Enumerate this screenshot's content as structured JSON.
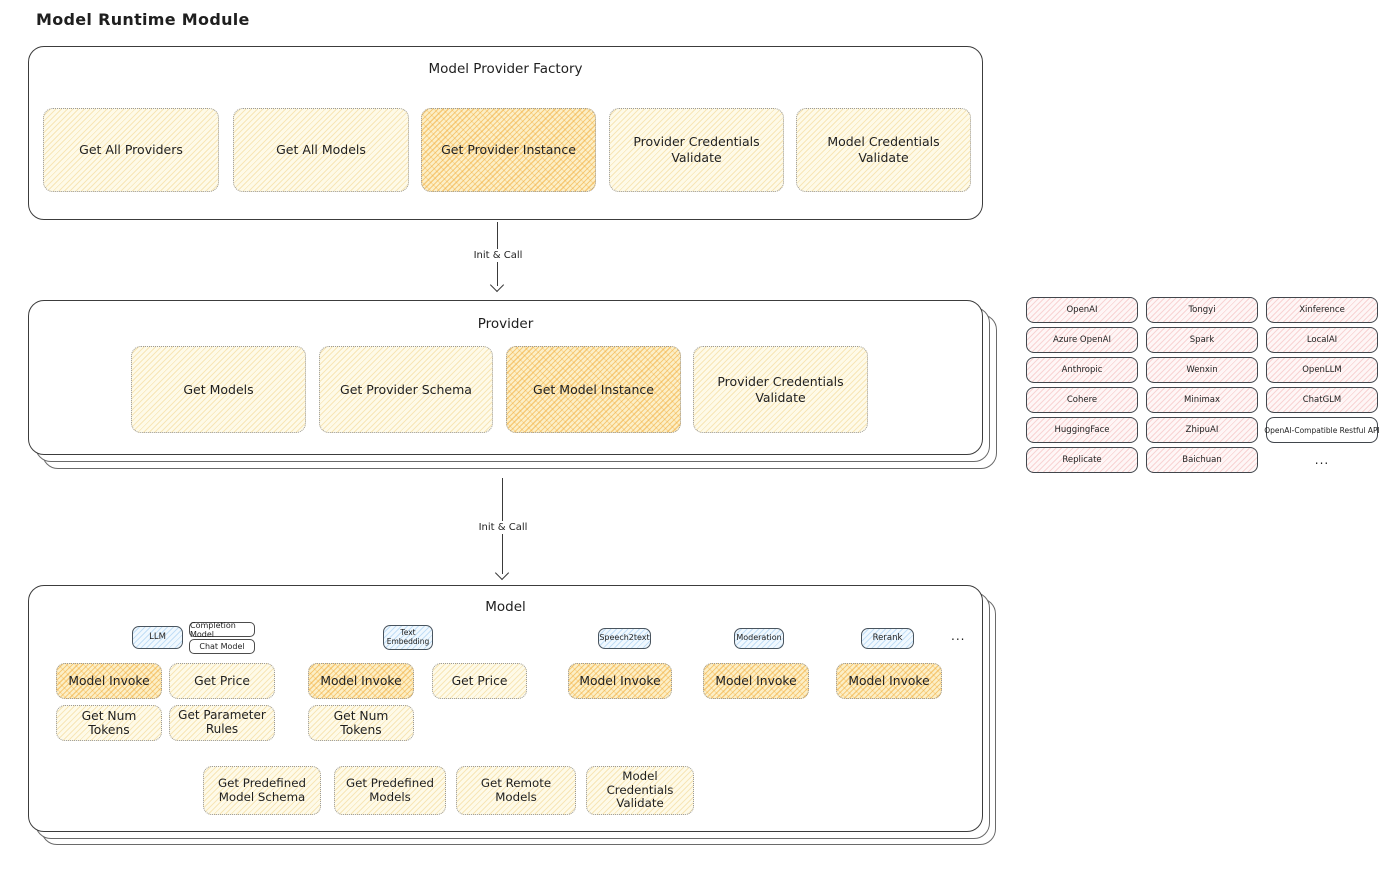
{
  "title": "Model Runtime Module",
  "colors": {
    "outline": "#3C3C3C",
    "yellow_fill": "#FEFAE8",
    "yellow_hatch": "#EEC466",
    "highlight_fill": "#FCEFC7",
    "highlight_hatch": "#F0A830",
    "pink_fill": "#FEF6F6",
    "pink_hatch": "#F1A4A4",
    "blue_fill": "#F0F8FE",
    "blue_hatch": "#92C3ED"
  },
  "factory": {
    "title": "Model Provider Factory",
    "boxes": [
      {
        "label": "Get All Providers"
      },
      {
        "label": "Get All Models"
      },
      {
        "label": "Get Provider Instance"
      },
      {
        "label": "Provider Credentials Validate"
      },
      {
        "label": "Model Credentials Validate"
      }
    ]
  },
  "arrow1": {
    "label": "Init & Call"
  },
  "arrow2": {
    "label": "Init & Call"
  },
  "provider": {
    "title": "Provider",
    "boxes": [
      {
        "label": "Get Models"
      },
      {
        "label": "Get Provider Schema"
      },
      {
        "label": "Get Model Instance"
      },
      {
        "label": "Provider Credentials Validate"
      }
    ]
  },
  "providers": {
    "items": [
      "OpenAI",
      "Tongyi",
      "Xinference",
      "Azure OpenAI",
      "Spark",
      "LocalAI",
      "Anthropic",
      "Wenxin",
      "OpenLLM",
      "Cohere",
      "Minimax",
      "ChatGLM",
      "HuggingFace",
      "ZhipuAI",
      "OpenAI-Compatible Restful API",
      "Replicate",
      "Baichuan"
    ],
    "more": "..."
  },
  "model": {
    "title": "Model",
    "tags": {
      "llm": "LLM",
      "completion_model": "Completion Model",
      "chat_model": "Chat Model",
      "text_embedding": "Text Embedding",
      "speech2text": "Speech2text",
      "moderation": "Moderation",
      "rerank": "Rerank",
      "more": "..."
    },
    "llm": {
      "invoke": "Model Invoke",
      "get_price": "Get Price",
      "get_num_tokens": "Get Num Tokens",
      "get_parameter_rules": "Get Parameter Rules"
    },
    "text_embedding": {
      "invoke": "Model Invoke",
      "get_price": "Get Price",
      "get_num_tokens": "Get Num Tokens"
    },
    "speech2text": {
      "invoke": "Model Invoke"
    },
    "moderation": {
      "invoke": "Model Invoke"
    },
    "rerank": {
      "invoke": "Model Invoke"
    },
    "common": {
      "get_predefined_model_schema": "Get Predefined Model Schema",
      "get_predefined_models": "Get Predefined Models",
      "get_remote_models": "Get Remote Models",
      "model_credentials_validate": "Model Credentials Validate"
    }
  }
}
